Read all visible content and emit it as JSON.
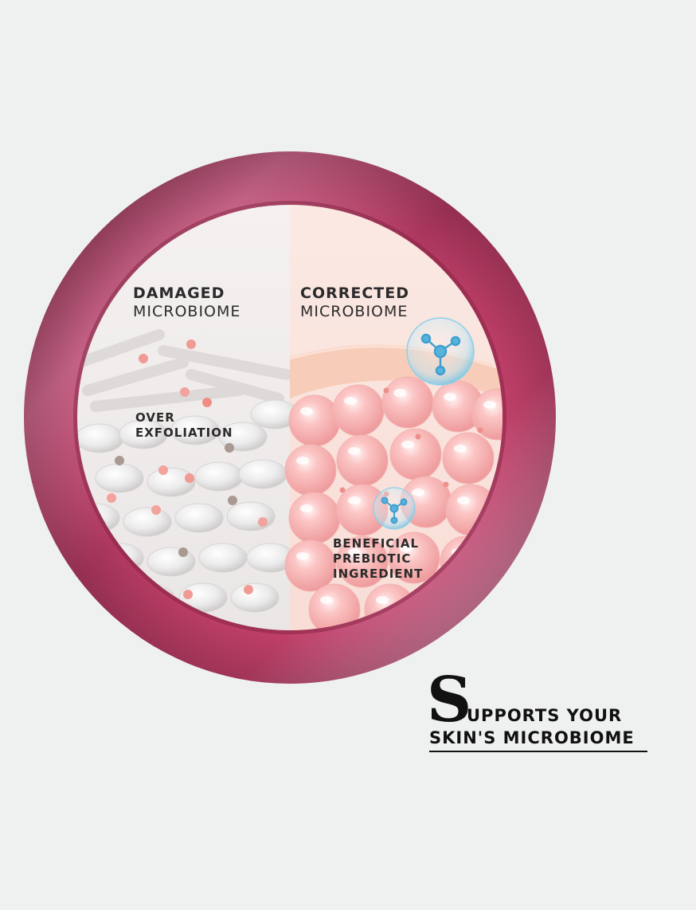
{
  "panel_left": {
    "line1": "DAMAGED",
    "line2": "MICROBIOME",
    "callout": [
      "OVER",
      "EXFOLIATION"
    ]
  },
  "panel_right": {
    "line1": "CORRECTED",
    "line2": "MICROBIOME",
    "callout": [
      "BENEFICIAL",
      "PREBIOTIC",
      "INGREDIENT"
    ]
  },
  "tagline": {
    "drop_cap": "S",
    "line1_rest": "UPPORTS YOUR",
    "line2": "SKIN'S MICROBIOME"
  },
  "colors": {
    "ring": "#b73a62",
    "background": "#eff1f0",
    "text": "#2b2b2b"
  }
}
